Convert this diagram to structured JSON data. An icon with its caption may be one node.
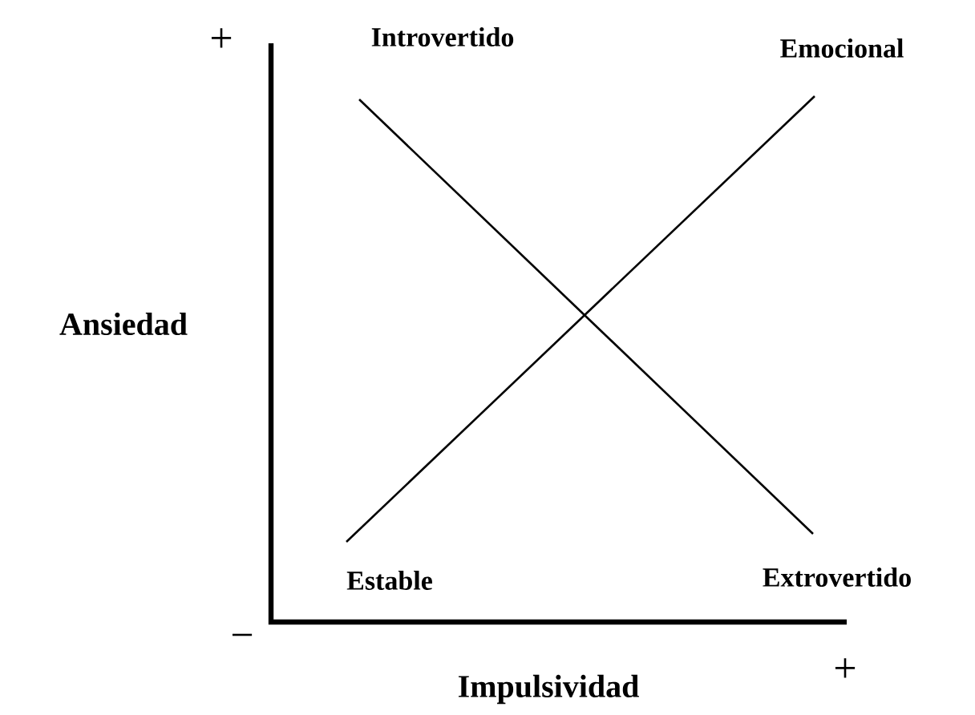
{
  "diagram": {
    "nodes": [
      {
        "text": [
          "Introvertido"
        ]
      },
      {
        "text": [
          "Emocional"
        ]
      },
      {
        "text": [
          "Estable"
        ]
      },
      {
        "text": [
          "Extrovertido"
        ]
      }
    ],
    "edges": [
      {
        "from": 0,
        "to": 3,
        "arrow": "none"
      },
      {
        "from": 2,
        "to": 1,
        "arrow": "none"
      }
    ],
    "labels": [
      "+",
      "Ansiedad",
      "−",
      "Impulsividad",
      "+"
    ]
  }
}
